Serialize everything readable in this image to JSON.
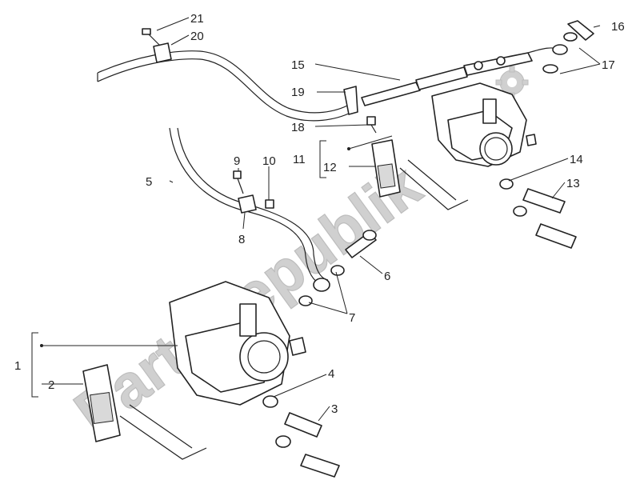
{
  "watermark": {
    "text": "PartsRepublik",
    "icon": "gear-icon"
  },
  "callouts": {
    "c1": "1",
    "c2": "2",
    "c3": "3",
    "c4": "4",
    "c5": "5",
    "c6": "6",
    "c7": "7",
    "c8": "8",
    "c9": "9",
    "c10": "10",
    "c11": "11",
    "c12": "12",
    "c13": "13",
    "c14": "14",
    "c15": "15",
    "c16": "16",
    "c17": "17",
    "c18": "18",
    "c19": "19",
    "c20": "20",
    "c21": "21"
  }
}
